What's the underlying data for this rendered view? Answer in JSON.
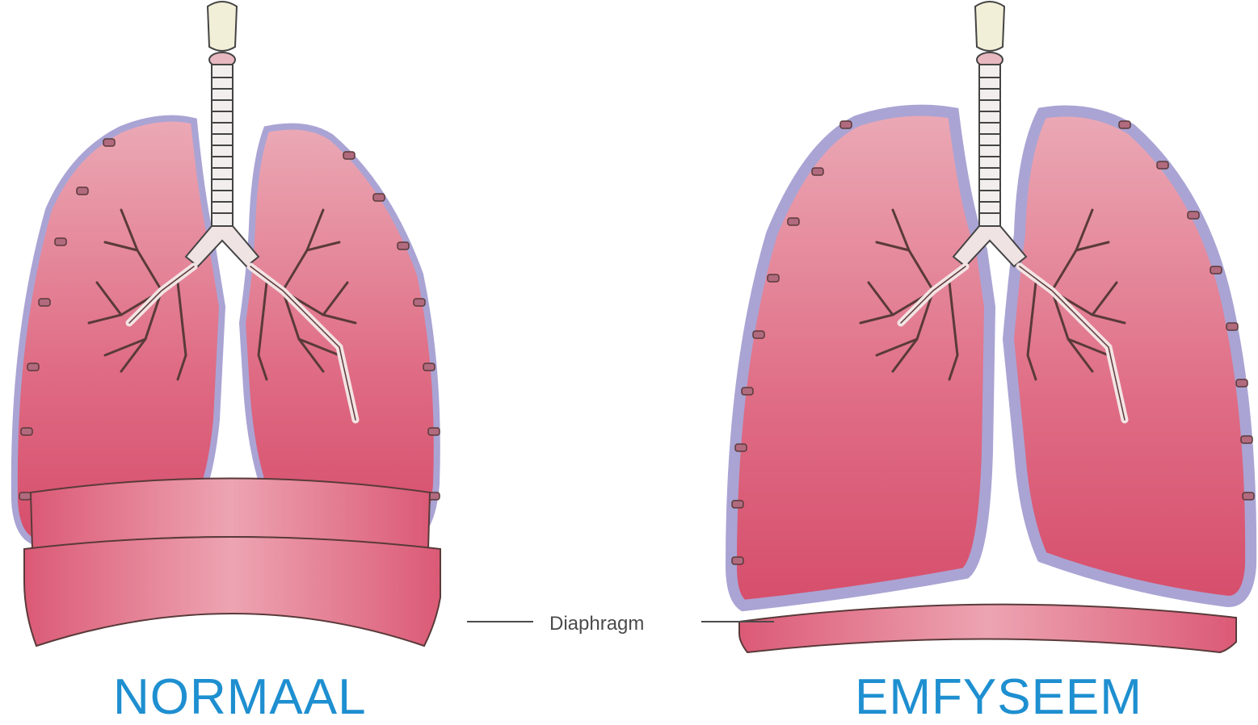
{
  "figure": {
    "left_caption": "NORMAAL",
    "right_caption": "EMFYSEEM",
    "diaphragm_label": "Diaphragm"
  },
  "colors": {
    "lung_top": "#e7a0ad",
    "lung_bottom": "#d94f6c",
    "pleura": "#aaa4d4",
    "airway": "#f1e6e6",
    "airway_outline": "#5a3a3a",
    "caption": "#1e8fd0"
  }
}
